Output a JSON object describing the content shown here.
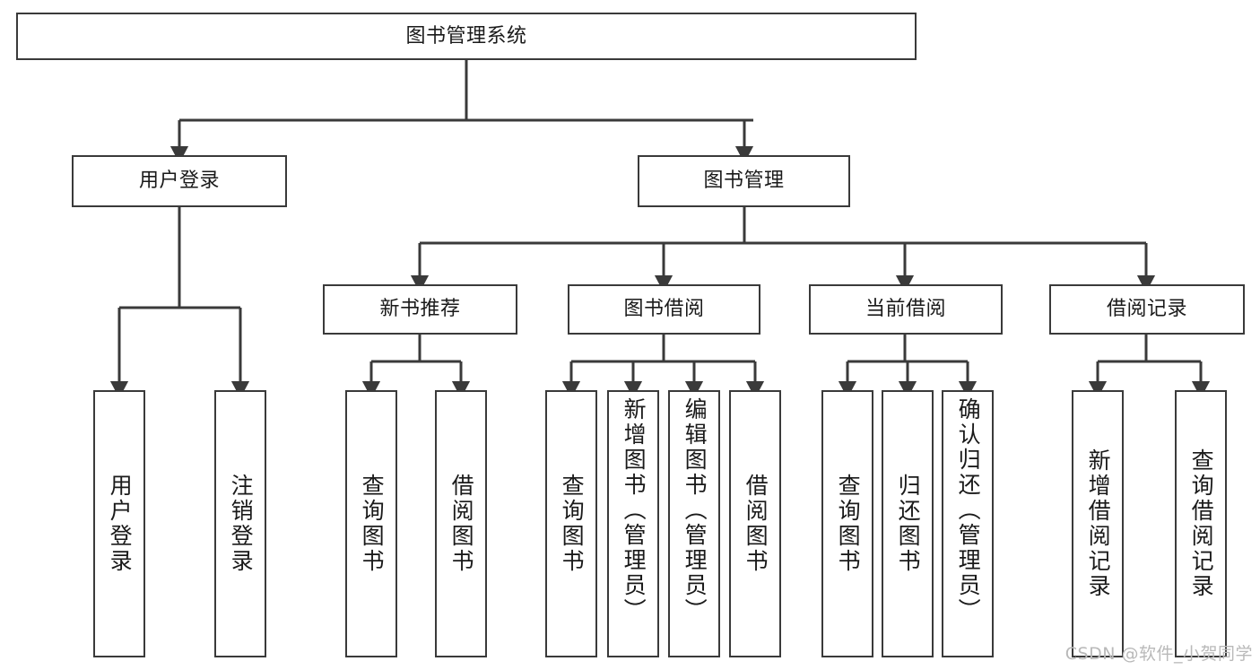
{
  "diagram": {
    "title": "图书管理系统",
    "type": "tree-hierarchy",
    "watermark": "CSDN @软件_小贺同学",
    "line_color": "#3a3a3a",
    "box_fill": "#ffffff",
    "text_color": "#1a1a1a",
    "watermark_color": "#b9b9b9"
  },
  "nodes": {
    "root": {
      "label": "图书管理系统",
      "level": 0
    },
    "level1": [
      {
        "id": "user-login",
        "label": "用户登录"
      },
      {
        "id": "book-manage",
        "label": "图书管理"
      }
    ],
    "level2": [
      {
        "id": "new-book-recommend",
        "label": "新书推荐",
        "parent": "book-manage"
      },
      {
        "id": "book-borrow",
        "label": "图书借阅",
        "parent": "book-manage"
      },
      {
        "id": "current-borrow",
        "label": "当前借阅",
        "parent": "book-manage"
      },
      {
        "id": "borrow-record",
        "label": "借阅记录",
        "parent": "book-manage"
      }
    ],
    "leaves": {
      "user-login": [
        {
          "id": "leaf-user-login",
          "label": "用户登录"
        },
        {
          "id": "leaf-logout",
          "label": "注销登录"
        }
      ],
      "new-book-recommend": [
        {
          "id": "leaf-query-book-1",
          "label": "查询图书"
        },
        {
          "id": "leaf-borrow-book-1",
          "label": "借阅图书"
        }
      ],
      "book-borrow": [
        {
          "id": "leaf-query-book-2",
          "label": "查询图书"
        },
        {
          "id": "leaf-add-book",
          "label": "新增图书（管理员）"
        },
        {
          "id": "leaf-edit-book",
          "label": "编辑图书（管理员）"
        },
        {
          "id": "leaf-borrow-book-2",
          "label": "借阅图书"
        }
      ],
      "current-borrow": [
        {
          "id": "leaf-query-book-3",
          "label": "查询图书"
        },
        {
          "id": "leaf-return-book",
          "label": "归还图书"
        },
        {
          "id": "leaf-confirm-return",
          "label": "确认归还（管理员）"
        }
      ],
      "borrow-record": [
        {
          "id": "leaf-add-record",
          "label": "新增借阅记录"
        },
        {
          "id": "leaf-query-record",
          "label": "查询借阅记录"
        }
      ]
    }
  }
}
